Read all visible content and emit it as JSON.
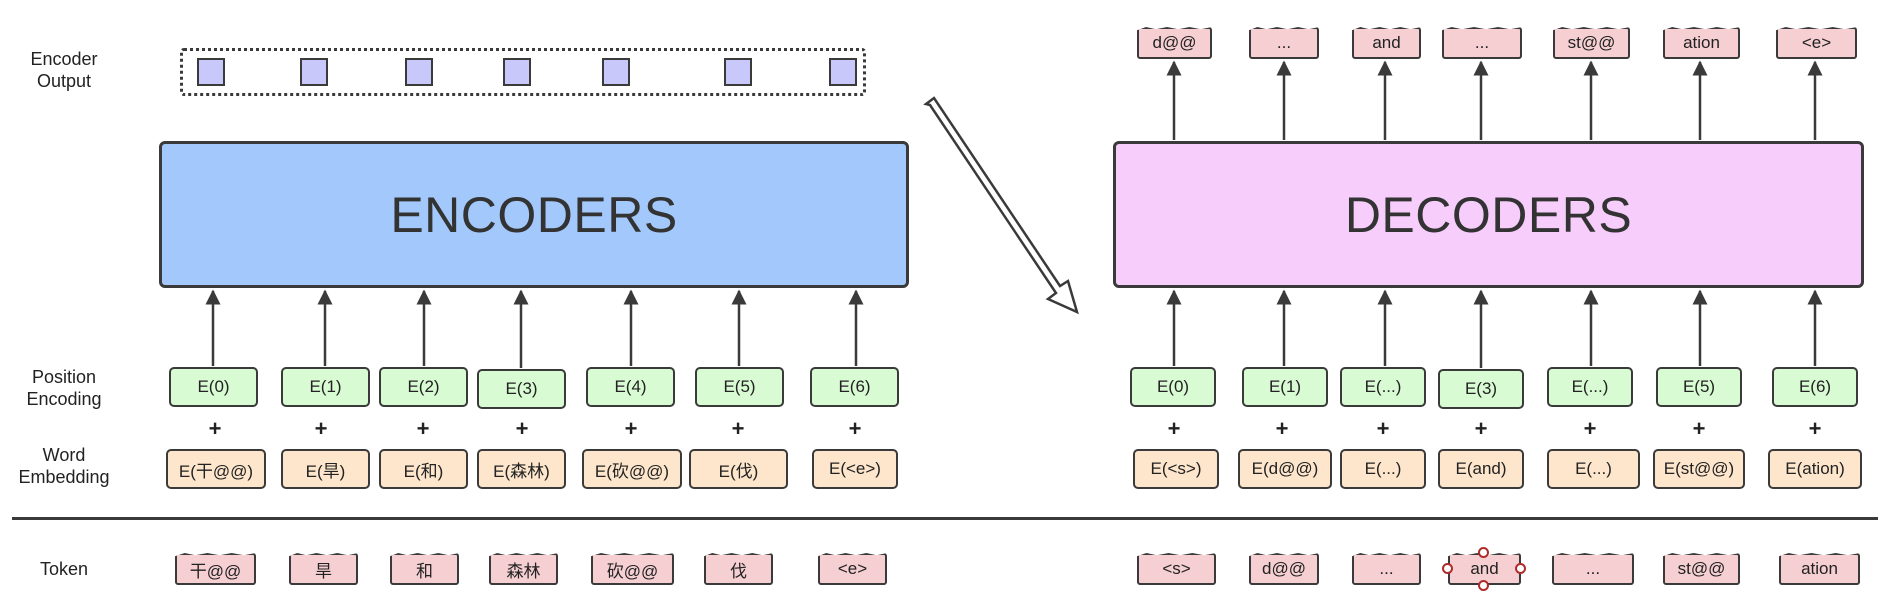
{
  "labels": {
    "encoder_output": [
      "Encoder",
      "Output"
    ],
    "position_encoding": [
      "Position",
      "Encoding"
    ],
    "word_embedding": [
      "Word",
      "Embedding"
    ],
    "token": "Token"
  },
  "encoders_title": "ENCODERS",
  "decoders_title": "DECODERS",
  "plus_sign": "+",
  "encoder": {
    "tokens": [
      "干@@",
      "旱",
      "和",
      "森林",
      "砍@@",
      "伐",
      "<e>"
    ],
    "word_embeddings": [
      "E(干@@)",
      "E(旱)",
      "E(和)",
      "E(森林)",
      "E(砍@@)",
      "E(伐)",
      "E(<e>)"
    ],
    "position_encodings": [
      "E(0)",
      "E(1)",
      "E(2)",
      "E(3)",
      "E(4)",
      "E(5)",
      "E(6)"
    ]
  },
  "decoder": {
    "tokens": [
      "<s>",
      "d@@",
      "...",
      "and",
      "...",
      "st@@",
      "ation"
    ],
    "word_embeddings": [
      "E(<s>)",
      "E(d@@)",
      "E(...)",
      "E(and)",
      "E(...)",
      "E(st@@)",
      "E(ation)"
    ],
    "position_encodings": [
      "E(0)",
      "E(1)",
      "E(...)",
      "E(3)",
      "E(...)",
      "E(5)",
      "E(6)"
    ],
    "outputs": [
      "d@@",
      "...",
      "and",
      "...",
      "st@@",
      "ation",
      "<e>"
    ]
  },
  "colors": {
    "encoder_block": "#a3c8fb",
    "decoder_block": "#f7cdfb",
    "position_encoding": "#d9fbd3",
    "word_embedding": "#fde6cc",
    "token": "#f6cfd2",
    "encoder_output": "#c9c8fa",
    "stroke": "#3a3a3a"
  }
}
